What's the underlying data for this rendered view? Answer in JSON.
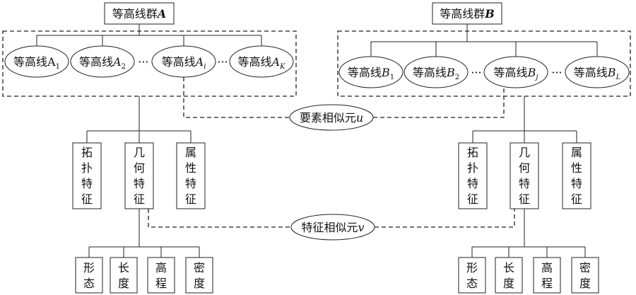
{
  "groups": {
    "a": {
      "title": "等高线群",
      "title_var": "A",
      "lines": [
        {
          "prefix": "等高线",
          "var": "A",
          "sub": "1",
          "var_italic": false
        },
        {
          "prefix": "等高线",
          "var": "A",
          "sub": "2",
          "var_italic": true
        },
        {
          "prefix": "等高线",
          "var": "A",
          "sub": "i",
          "var_italic": true
        },
        {
          "prefix": "等高线",
          "var": "A",
          "sub": "K",
          "var_italic": true
        }
      ]
    },
    "b": {
      "title": "等高线群",
      "title_var": "B",
      "lines": [
        {
          "prefix": "等高线",
          "var": "B",
          "sub": "1",
          "var_italic": true
        },
        {
          "prefix": "等高线",
          "var": "B",
          "sub": "2",
          "var_italic": true
        },
        {
          "prefix": "等高线",
          "var": "B",
          "sub": "j",
          "var_italic": true
        },
        {
          "prefix": "等高线",
          "var": "B",
          "sub": "L",
          "var_italic": true
        }
      ]
    }
  },
  "ellipsis": "···",
  "features": {
    "topology": [
      "拓",
      "扑",
      "特",
      "征"
    ],
    "geometry": [
      "几",
      "何",
      "特",
      "征"
    ],
    "attribute": [
      "属",
      "性",
      "特",
      "征"
    ]
  },
  "metrics": {
    "shape": [
      "形",
      "态"
    ],
    "length": [
      "长",
      "度"
    ],
    "elevation": [
      "高",
      "程"
    ],
    "density": [
      "密",
      "度"
    ]
  },
  "relations": {
    "element": {
      "label": "要素相似元",
      "var": "u"
    },
    "feature": {
      "label": "特征相似元",
      "var": "v"
    }
  }
}
